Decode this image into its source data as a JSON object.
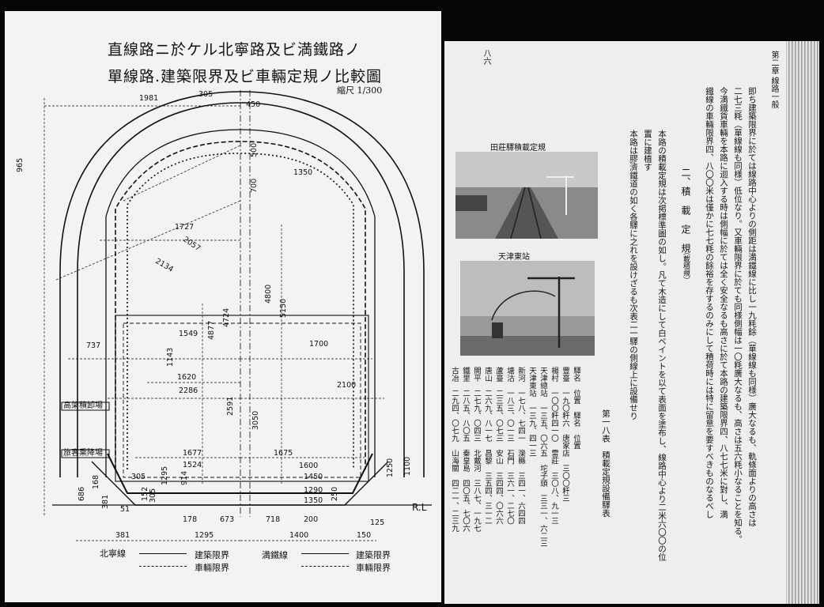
{
  "left_page": {
    "title_line1": "直線路ニ於ケル北寧路及ビ満鐵路ノ",
    "title_line2": "單線路.建築限界及ビ車輛定規ノ比較圖",
    "scale": "縮尺 1/300",
    "dims": {
      "d1981": "1981",
      "d305": "305",
      "d450": "450",
      "d965": "965",
      "d500": "500",
      "d700": "700",
      "d1350": "1350",
      "d1727": "1727",
      "d2057": "2057",
      "d2134": "2134",
      "d4877": "4877",
      "d4724": "4724",
      "d4800": "4800",
      "d5150": "5150",
      "d737": "737",
      "d1549": "1549",
      "d1700": "1700",
      "d1143": "1143",
      "d1620": "1620",
      "d2286": "2286",
      "d2100": "2100",
      "d2591": "2591",
      "d3050": "3050",
      "d1677": "1677",
      "d1524": "1524",
      "d1675": "1675",
      "d1600": "1600",
      "d1450": "1450",
      "d1290": "1290",
      "d305b": "305",
      "d1295": "1295",
      "d305c": "305",
      "d152": "152",
      "d914": "914",
      "d686": "686",
      "d168": "168",
      "d381": "381",
      "d51": "51",
      "d178": "178",
      "d673": "673",
      "d718": "718",
      "d200": "200",
      "d1350b": "1350",
      "d250": "250",
      "d1250": "1250",
      "d1100": "1100",
      "d125": "125",
      "d381b": "381",
      "d1295b": "1295",
      "d1400": "1400",
      "d150": "150",
      "rl": "R.L"
    },
    "labels": {
      "platform1": "高架積卸場",
      "platform2": "旅客乘降場"
    },
    "legend": {
      "beining": "北寧線",
      "mantie": "満鐵線",
      "jianzhu": "建築限界",
      "chelian": "車輛限界"
    }
  },
  "right_page": {
    "header": "第二章 線路一般",
    "page_number": "八六",
    "body_columns": [
      "即ち建築限界に於ては線路中心よりの側距は満鐵線に比し一九粍餘（單線線も同様）廣大なるも、軌條面よりの高さは",
      "二七三粍（單線線も同様）低位なり。又車輛限界に於ても同様側幅は一〇粍廣大なるも、高さは五六粍小なることを知る。",
      "今満鐵貨車輛を本路に迴入する時は側幅に於ては全く安全なるも高さに於て本路の建築限界四、八七七米に對し、満",
      "鐵線の車輛限界四、八〇〇米は僅かに七七粍の餘裕を存するのみにして積荷時には特に留意を要すべきものなるべし"
    ],
    "section_heading": "二、積　載　定　規",
    "section_note": "（載積規）",
    "section_columns": [
      "本路の積載定規は次掲標準圖の如し。凡て木造にして白ペイントを以て表面を塗布し、線路中心より二米六〇〇の位",
      "置に建植す",
      "本路は膠濟鐵道の如く各驛に之れを設けざるも次表二一驛の側線上に設備せり"
    ],
    "photo1_caption": "田莊驛積載定規",
    "photo2_caption": "天津東站",
    "table_title": "第一八表　積載定規設備驛表",
    "table_columns": [
      "驛名　位置　驛名　位置",
      "豐臺　一九〇粁六　唐家店　三〇〇粁三",
      "楊村　一〇〇粁四一〇　雷莊　三〇八、九一三",
      "天津總站　一三五、〇六五　坨子頭　三三一、六二三",
      "天津東站　一三九、四一三　",
      "新河　一七八、七四一　灤縣　三四一、六四四",
      "塘沽　一八三、〇一三　石門　三六一、二七〇",
      "蘆臺　二三五、〇七三　安山　三四四、〇六六",
      "唐山　二六九、八一七　昌黎　三五四、三一二",
      "開平　二七九、〇四三　北戴河　三八七、一九七",
      "鐵里　二八五、八〇五　秦皇島　四〇五、七〇六",
      "古冶　二九四、〇七九　山海關　四二一、二三九"
    ]
  }
}
